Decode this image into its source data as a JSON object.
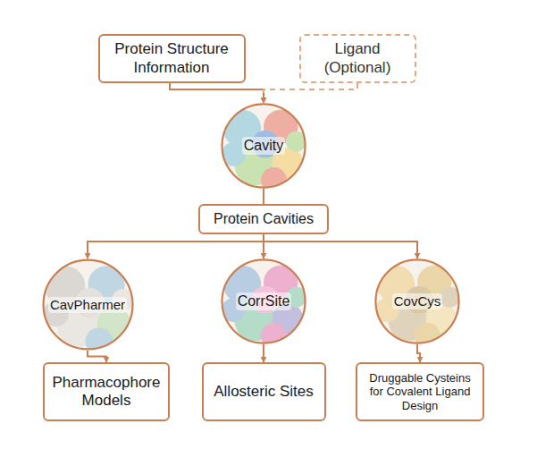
{
  "diagram": {
    "nodes": [
      {
        "text": [
          "Protein Structure Information"
        ]
      },
      {
        "text": [
          "Ligand (Optional)"
        ]
      },
      {
        "text": [
          "Cavity"
        ]
      },
      {
        "text": [
          "Protein Cavities"
        ]
      },
      {
        "text": [
          "CavPharmer"
        ]
      },
      {
        "text": [
          "CorrSite"
        ]
      },
      {
        "text": [
          "CovCys"
        ]
      },
      {
        "text": [
          "Pharmacophore Models"
        ]
      },
      {
        "text": [
          "Allosteric Sites"
        ]
      },
      {
        "text": [
          "Druggable Cysteins for Covalent Ligand Design"
        ]
      }
    ],
    "edges": [
      {
        "from": 0,
        "to": 2,
        "arrow": "to"
      },
      {
        "from": 1,
        "to": 2,
        "arrow": "to"
      },
      {
        "from": 2,
        "to": 3,
        "arrow": "none"
      },
      {
        "from": 3,
        "to": 4,
        "arrow": "to"
      },
      {
        "from": 3,
        "to": 5,
        "arrow": "to"
      },
      {
        "from": 3,
        "to": 6,
        "arrow": "to"
      },
      {
        "from": 4,
        "to": 7,
        "arrow": "to"
      },
      {
        "from": 5,
        "to": 8,
        "arrow": "to"
      },
      {
        "from": 6,
        "to": 9,
        "arrow": "to"
      }
    ]
  }
}
